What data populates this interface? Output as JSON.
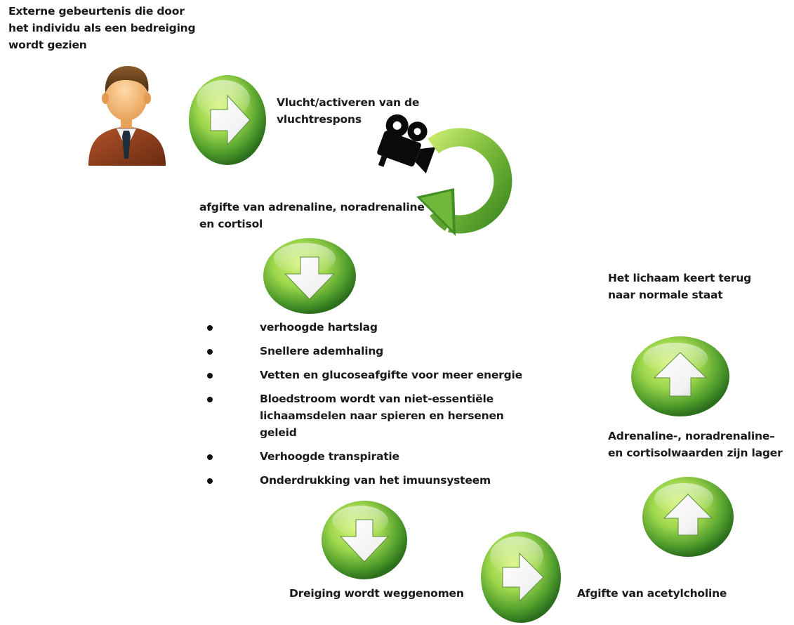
{
  "texts": {
    "trigger": "Externe gebeurtenis die door\nhet individu als een bedreiging\nwordt gezien",
    "flight": "Vlucht/activeren van de\nvluchtrespons",
    "release": "afgifte van adrenaline, noradrenaline\nen cortisol",
    "recovery": "Het lichaam keert terug\nnaar normale staat",
    "lower_levels": "Adrenaline-, noradrenaline–\nen cortisolwaarden zijn lager",
    "threat_removed": "Dreiging wordt weggenomen",
    "acetylcholine": "Afgifte van acetylcholine"
  },
  "effects": [
    "verhoogde hartslag",
    "Snellere ademhaling",
    "Vetten en glucoseafgifte voor meer energie",
    "Bloedstroom wordt van niet-essentiële\nlichaamsdelen naar spieren en hersenen\ngeleid",
    "Verhoogde transpiratie",
    "Onderdrukking van het imuunsysteem"
  ],
  "colors": {
    "button_light": "#c9ec5b",
    "button_mid": "#7fc242",
    "button_dark": "#2f7d1f",
    "cycle_arrow": "#6db33f"
  },
  "icons": {
    "person": "businessman-icon",
    "camera": "movie-camera-icon",
    "cycle": "circular-arrow-icon",
    "arrows": [
      "arrow-right-icon",
      "arrow-down-icon",
      "arrow-up-icon"
    ]
  }
}
